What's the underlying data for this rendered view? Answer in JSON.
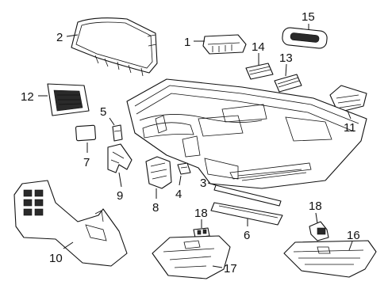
{
  "diagram": {
    "callouts": [
      {
        "id": "1",
        "label": "1"
      },
      {
        "id": "2",
        "label": "2"
      },
      {
        "id": "3",
        "label": "3"
      },
      {
        "id": "4",
        "label": "4"
      },
      {
        "id": "5",
        "label": "5"
      },
      {
        "id": "6",
        "label": "6"
      },
      {
        "id": "7",
        "label": "7"
      },
      {
        "id": "8",
        "label": "8"
      },
      {
        "id": "9",
        "label": "9"
      },
      {
        "id": "10",
        "label": "10"
      },
      {
        "id": "11",
        "label": "11"
      },
      {
        "id": "12",
        "label": "12"
      },
      {
        "id": "13",
        "label": "13"
      },
      {
        "id": "14",
        "label": "14"
      },
      {
        "id": "15",
        "label": "15"
      },
      {
        "id": "16",
        "label": "16"
      },
      {
        "id": "17",
        "label": "17"
      },
      {
        "id": "18a",
        "label": "18"
      },
      {
        "id": "18b",
        "label": "18"
      }
    ]
  }
}
